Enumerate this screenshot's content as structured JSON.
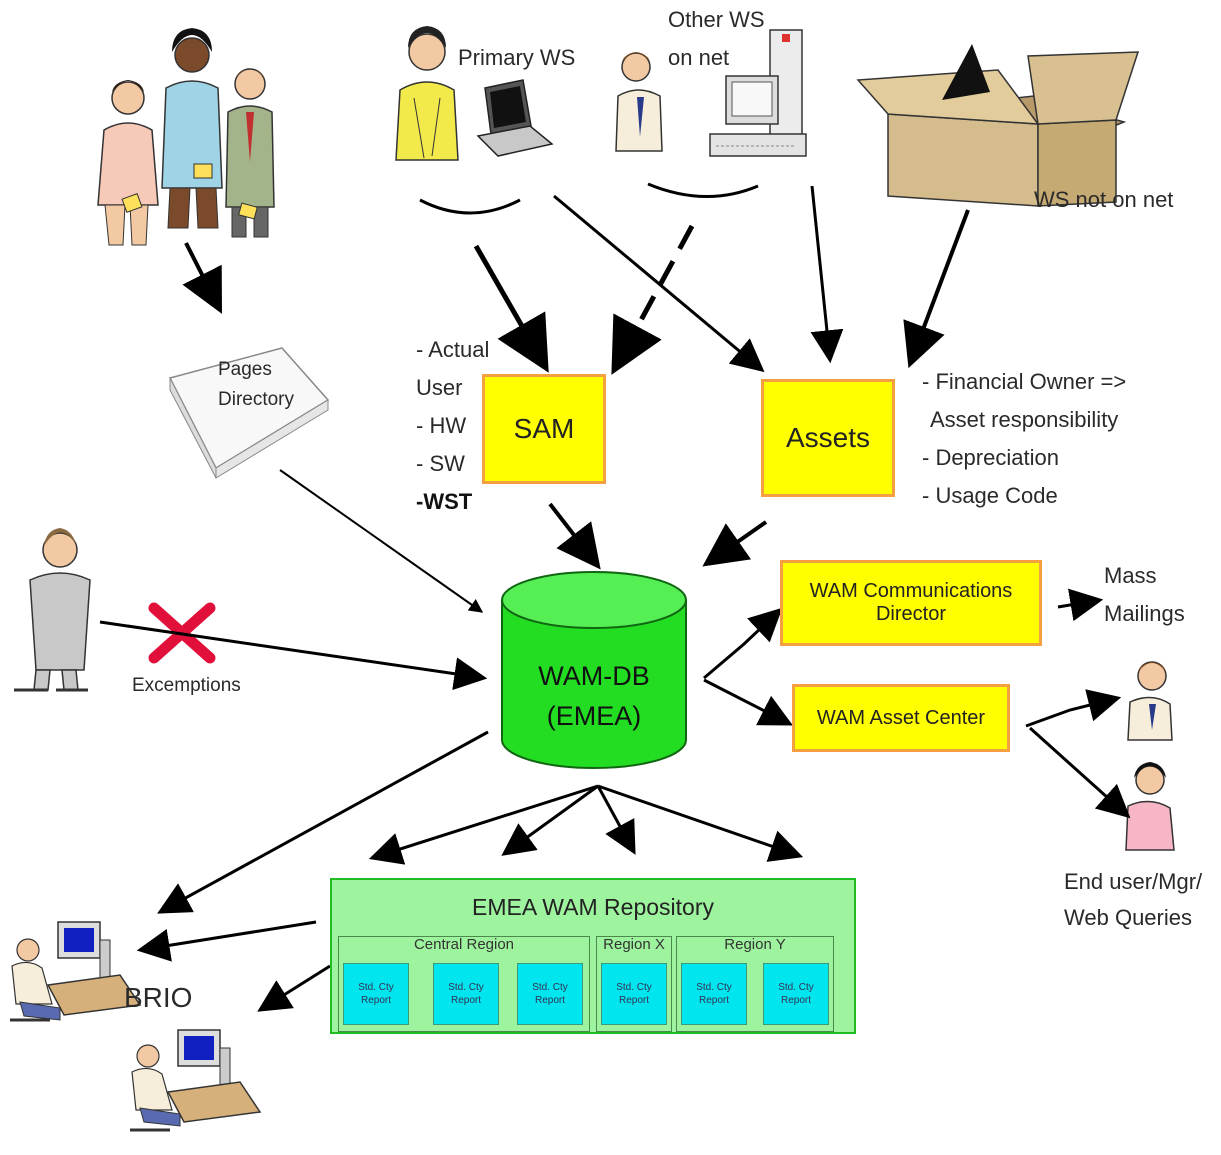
{
  "sources": {
    "primary_ws": "Primary WS",
    "other_ws": [
      "Other WS",
      "on net"
    ],
    "ws_not_on_net": "WS not on net"
  },
  "pages_directory": [
    "Pages",
    "Directory"
  ],
  "sam": {
    "label": "SAM",
    "attributes": [
      "- Actual",
      "User",
      "- HW",
      "- SW",
      "-WST"
    ]
  },
  "assets": {
    "label": "Assets",
    "attributes": [
      "- Financial Owner =>",
      "Asset responsibility",
      "- Depreciation",
      "- Usage Code"
    ]
  },
  "database": {
    "line1": "WAM-DB",
    "line2": "(EMEA)"
  },
  "exceptions_label": "Excemptions",
  "communications": {
    "line1": "WAM Communications",
    "line2": "Director"
  },
  "mass_mailings": [
    "Mass",
    "Mailings"
  ],
  "asset_center": "WAM Asset Center",
  "end_user": [
    "End user/Mgr/",
    "Web Queries"
  ],
  "repository": {
    "title": "EMEA WAM Repository",
    "regions": [
      "Central Region",
      "Region X",
      "Region Y"
    ],
    "report_label": [
      "Std. Cty",
      "Report"
    ]
  },
  "brio": "BRIO",
  "colors": {
    "process_box": "#ffff00",
    "process_border": "#f4a040",
    "database": "#22dd22",
    "repository": "#9ef49e",
    "report": "#00e5ee"
  }
}
